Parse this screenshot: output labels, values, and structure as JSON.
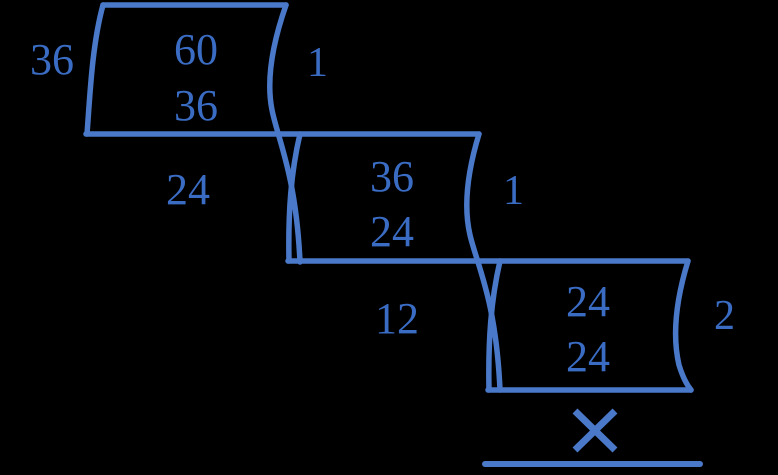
{
  "figure": {
    "kind": "euclidean-algorithm-ladder",
    "title_text": "",
    "colors": {
      "background": "#000000",
      "stroke": "#4a79c9",
      "text": "#3a6cc4"
    },
    "stroke_width": 5
  },
  "steps": [
    {
      "id": "step-1",
      "divisor_left": "36",
      "dividend": "60",
      "product": "36",
      "quotient": "1",
      "remainder": "24"
    },
    {
      "id": "step-2",
      "divisor_left": "",
      "dividend": "36",
      "product": "24",
      "quotient": "1",
      "remainder": "12"
    },
    {
      "id": "step-3",
      "divisor_left": "",
      "dividend": "24",
      "product": "24",
      "quotient": "2",
      "remainder": ""
    }
  ],
  "final": {
    "symbol": "×",
    "symbol_name": "multiplication-cross",
    "rule_label": ""
  },
  "labels": {
    "left_divisor": "36",
    "b1_dividend": "60",
    "b1_product": "36",
    "b1_quotient": "1",
    "b1_remainder": "24",
    "b2_dividend": "36",
    "b2_product": "24",
    "b2_quotient": "1",
    "b2_remainder": "12",
    "b3_dividend": "24",
    "b3_product": "24",
    "b3_quotient": "2",
    "cross": "×"
  }
}
